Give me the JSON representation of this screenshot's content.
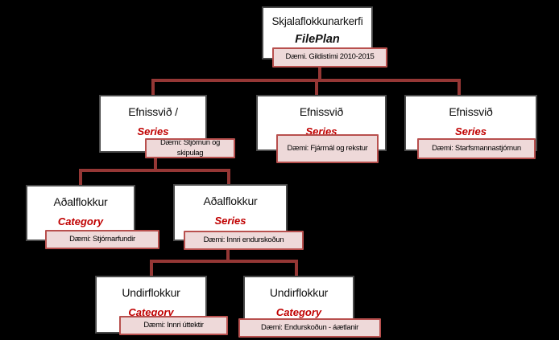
{
  "diagram": {
    "kind": "org-chart-tree",
    "tree": {
      "root": {
        "title": "Skjalaflokkunarkerfi",
        "subtitle": "FilePlan",
        "example": "Dæmi. Gildistími 2010-2015"
      },
      "level1": [
        {
          "title": "Efnissvið /",
          "type": "Series",
          "example": "Dæmi: Stjórnun og skipulag"
        },
        {
          "title": "Efnissvið",
          "type": "Series",
          "example": "Dæmi: Fjármál og rekstur"
        },
        {
          "title": "Efnissvið",
          "type": "Series",
          "example": "Dæmi: Starfsmannastjórnun"
        }
      ],
      "level2": [
        {
          "title": "Aðalflokkur",
          "type": "Category",
          "example": "Dæmi: Stjórnarfundir"
        },
        {
          "title": "Aðalflokkur",
          "type": "Series",
          "example": "Dæmi: Innri endurskoðun"
        }
      ],
      "level3": [
        {
          "title": "Undirflokkur",
          "type": "Category",
          "example": "Dæmi: Innri úttektir"
        },
        {
          "title": "Undirflokkur",
          "type": "Category",
          "example": "Dæmi: Endurskoðun - áætlanir"
        }
      ]
    }
  },
  "colors": {
    "background": "#000000",
    "connector": "#953735",
    "node-bg": "#ffffff",
    "node-border": "#4a4a4a",
    "node-text": "#111111",
    "accent-text": "#c00000",
    "example-bg": "#eed9d9",
    "example-border": "#b8504e",
    "example-text": "#000000"
  }
}
